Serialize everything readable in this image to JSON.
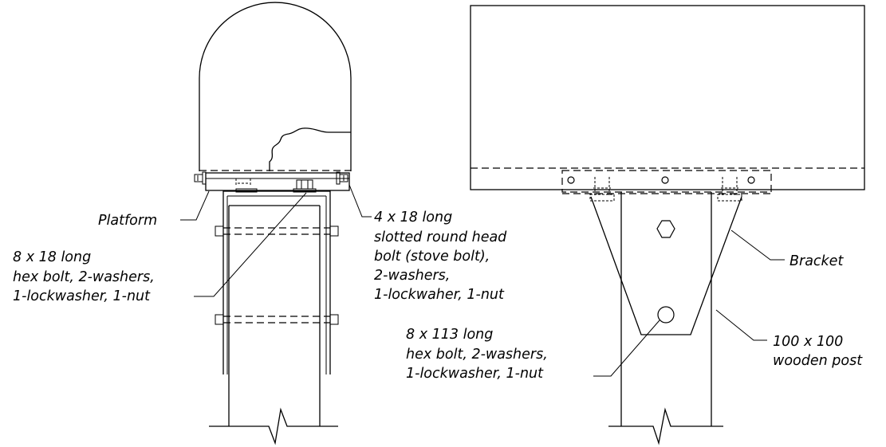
{
  "labels": {
    "platform": "Platform",
    "stove_bolt": [
      "4 x 18 long",
      "slotted round head",
      "bolt (stove bolt),",
      "2-washers,",
      "1-lockwaher, 1-nut"
    ],
    "hex_bolt_18": [
      "8 x 18 long",
      "hex bolt, 2-washers,",
      "1-lockwasher, 1-nut"
    ],
    "bracket": "Bracket",
    "hex_bolt_113": [
      "8 x 113 long",
      "hex bolt, 2-washers,",
      "1-lockwasher, 1-nut"
    ],
    "post": [
      "100 x 100",
      "wooden post"
    ]
  }
}
